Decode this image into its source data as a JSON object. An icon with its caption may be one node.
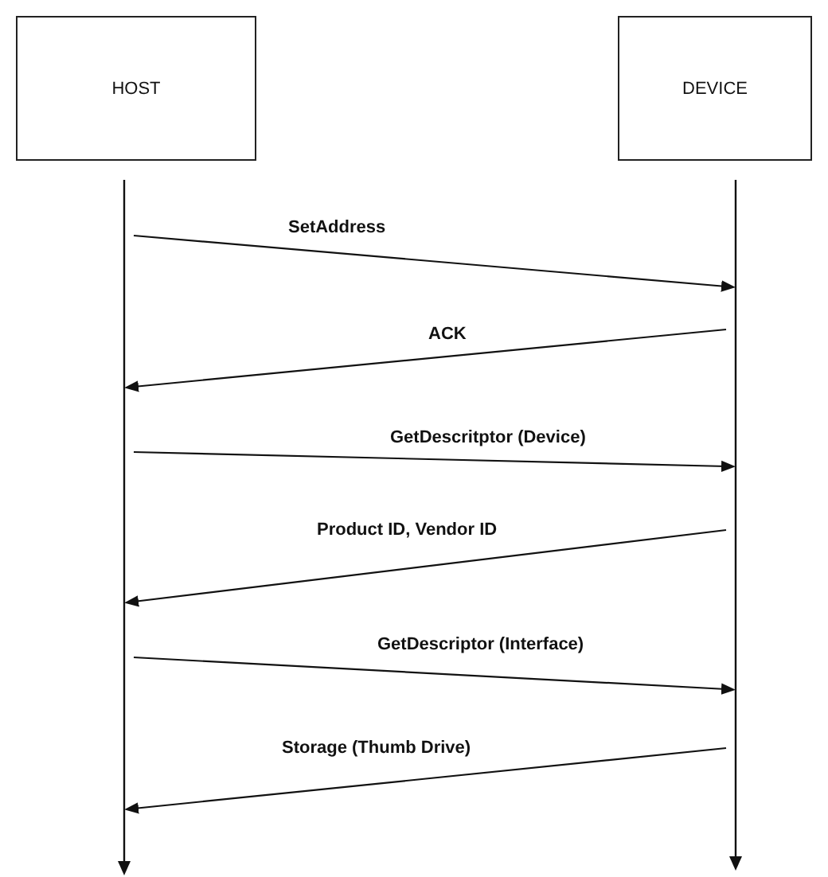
{
  "diagram": {
    "nodes": [
      {
        "text": [
          "HOST"
        ]
      },
      {
        "text": [
          "DEVICE"
        ]
      },
      {
        "text": [],
        "shape": "line"
      },
      {
        "text": [],
        "shape": "line"
      }
    ],
    "edges": [
      {
        "from": 2,
        "to": 3,
        "label": "SetAddress",
        "arrow": "to"
      },
      {
        "from": 3,
        "to": 2,
        "label": "ACK",
        "arrow": "to"
      },
      {
        "from": 2,
        "to": 3,
        "label": "GetDescritptor (Device)",
        "arrow": "to"
      },
      {
        "from": 3,
        "to": 2,
        "label": "Product ID, Vendor ID",
        "arrow": "to"
      },
      {
        "from": 2,
        "to": 3,
        "label": "GetDescriptor (Interface)",
        "arrow": "to"
      },
      {
        "from": 3,
        "to": 2,
        "label": "Storage (Thumb Drive)",
        "arrow": "to"
      }
    ]
  }
}
